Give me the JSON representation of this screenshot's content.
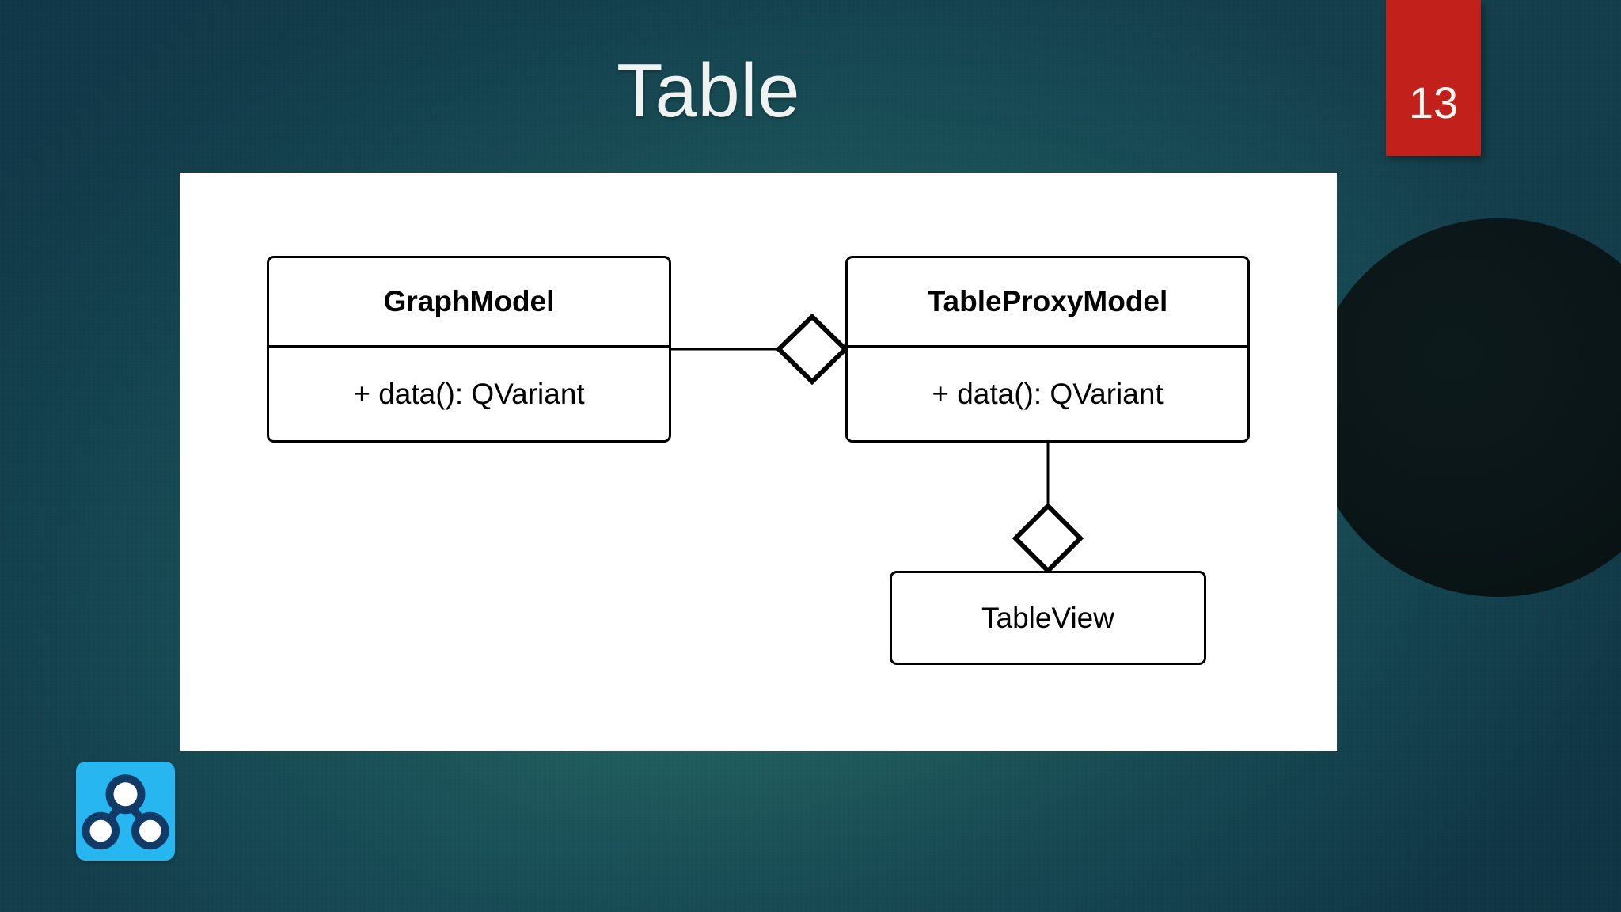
{
  "slide": {
    "title": "Table",
    "page_number": "13",
    "theme": {
      "background_start": "#153f4c",
      "background_mid": "#2d6e6b",
      "panel_background": "#ffffff",
      "badge_color": "#c1201b",
      "badge_text_color": "#fdf6f3",
      "title_color": "#eef2f1",
      "circle_color": "#0a1517",
      "logo_background": "#28b6f0",
      "logo_node_stroke": "#123a66",
      "logo_node_fill": "#ffffff",
      "diagram_stroke": "#000000"
    }
  },
  "diagram": {
    "type": "uml-class-diagram",
    "classes": [
      {
        "id": "graphmodel",
        "name": "GraphModel",
        "members": [
          "+ data(): QVariant"
        ],
        "has_member_compartment": true
      },
      {
        "id": "tableproxymodel",
        "name": "TableProxyModel",
        "members": [
          "+ data(): QVariant"
        ],
        "has_member_compartment": true
      },
      {
        "id": "tableview",
        "name": "TableView",
        "members": [],
        "has_member_compartment": false
      }
    ],
    "relations": [
      {
        "id": "rel-graphmodel-tableproxymodel",
        "kind": "aggregation",
        "marker": "open-diamond",
        "from": "graphmodel",
        "to": "tableproxymodel",
        "orientation": "horizontal"
      },
      {
        "id": "rel-tableproxymodel-tableview",
        "kind": "aggregation",
        "marker": "open-diamond",
        "from": "tableproxymodel",
        "to": "tableview",
        "orientation": "vertical"
      }
    ]
  },
  "logo": {
    "name": "graph-nodes-logo",
    "node_count": 3
  }
}
